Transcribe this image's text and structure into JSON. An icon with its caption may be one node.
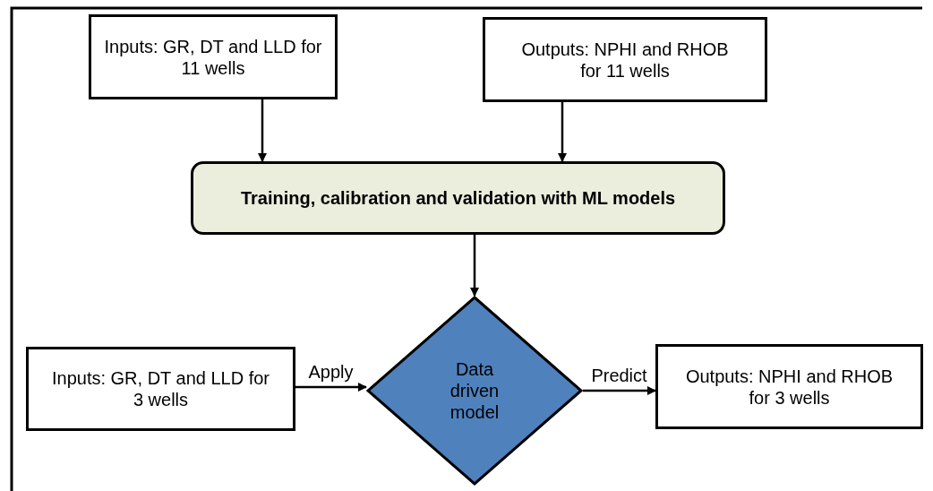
{
  "diagram": {
    "nodes": [
      {
        "text": [
          "Inputs: GR, DT and LLD for 11 wells"
        ]
      },
      {
        "text": [
          "Outputs: NPHI and RHOB for 11 wells"
        ]
      },
      {
        "text": [
          "Training, calibration and validation with ML models"
        ]
      },
      {
        "text": [
          "Data driven model"
        ]
      },
      {
        "text": [
          "Inputs: GR, DT and LLD for 3 wells"
        ]
      },
      {
        "text": [
          "Outputs: NPHI and RHOB for 3 wells"
        ]
      }
    ],
    "edges": [
      {
        "from": 0,
        "to": 2,
        "arrow": "to"
      },
      {
        "from": 1,
        "to": 2,
        "arrow": "to"
      },
      {
        "from": 2,
        "to": 3,
        "arrow": "to"
      },
      {
        "from": 4,
        "to": 3,
        "label": "Apply",
        "arrow": "to"
      },
      {
        "from": 3,
        "to": 5,
        "label": "Predict",
        "arrow": "to"
      }
    ]
  }
}
